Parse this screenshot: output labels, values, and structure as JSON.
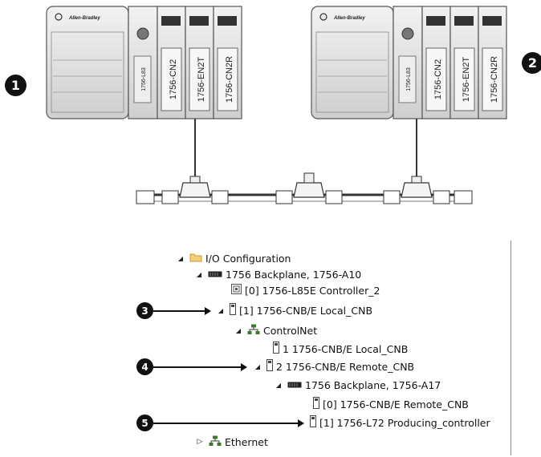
{
  "chassis": {
    "local": {
      "brand": "Allen-Bradley",
      "modules": [
        "1756-L83",
        "1756-CN2",
        "1756-EN2T",
        "1756-CN2R"
      ]
    },
    "remote": {
      "brand": "Allen-Bradley",
      "modules": [
        "1756-L83",
        "1756-CN2",
        "1756-EN2T",
        "1756-CN2R"
      ]
    }
  },
  "callouts": {
    "c1": "1",
    "c2": "2",
    "c3": "3",
    "c4": "4",
    "c5": "5"
  },
  "tree": {
    "io_config": "I/O Configuration",
    "backplane_local": "1756 Backplane, 1756-A10",
    "controller": "[0] 1756-L85E Controller_2",
    "local_cnb": "[1] 1756-CNB/E Local_CNB",
    "controlnet": "ControlNet",
    "cn_node1": "1 1756-CNB/E Local_CNB",
    "cn_node2": "2 1756-CNB/E Remote_CNB",
    "backplane_remote": "1756 Backplane, 1756-A17",
    "remote_cnb": "[0] 1756-CNB/E Remote_CNB",
    "producing": "[1] 1756-L72 Producing_controller",
    "ethernet": "Ethernet"
  },
  "icons": {
    "folder": "folder-icon",
    "backplane": "backplane-icon",
    "module": "module-icon",
    "network": "network-icon",
    "controller": "controller-icon"
  }
}
